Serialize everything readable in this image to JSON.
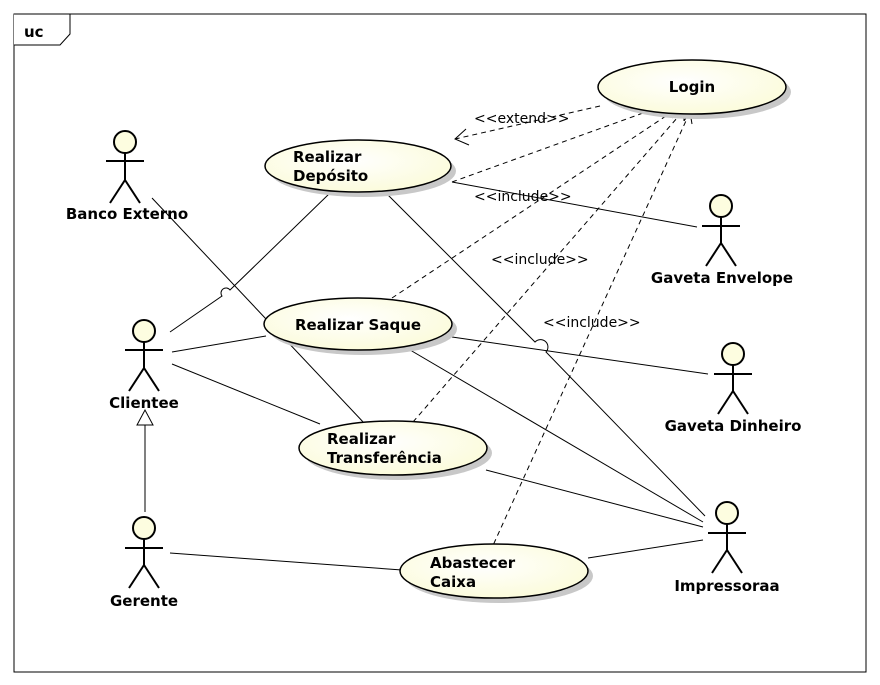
{
  "frame": {
    "tag": "uc"
  },
  "actors": {
    "banco_externo": "Banco Externo",
    "cliente": "Clientee",
    "gerente": "Gerente",
    "gaveta_envelope": "Gaveta Envelope",
    "gaveta_dinheiro": "Gaveta Dinheiro",
    "impressora": "Impressoraa"
  },
  "use_cases": {
    "login": [
      "Login"
    ],
    "deposito": [
      "Realizar",
      "Depósito"
    ],
    "saque": [
      "Realizar Saque"
    ],
    "transferencia": [
      "Realizar",
      "Transferência"
    ],
    "abastecer": [
      "Abastecer",
      "Caixa"
    ]
  },
  "relations": {
    "extend": "<<extend>>",
    "include_1": "<<include>>",
    "include_2": "<<include>>",
    "include_3": "<<include>>"
  },
  "colors": {
    "usecase_fill": "#fdfde0",
    "line": "#000000",
    "shadow": "#c8c8c8"
  }
}
